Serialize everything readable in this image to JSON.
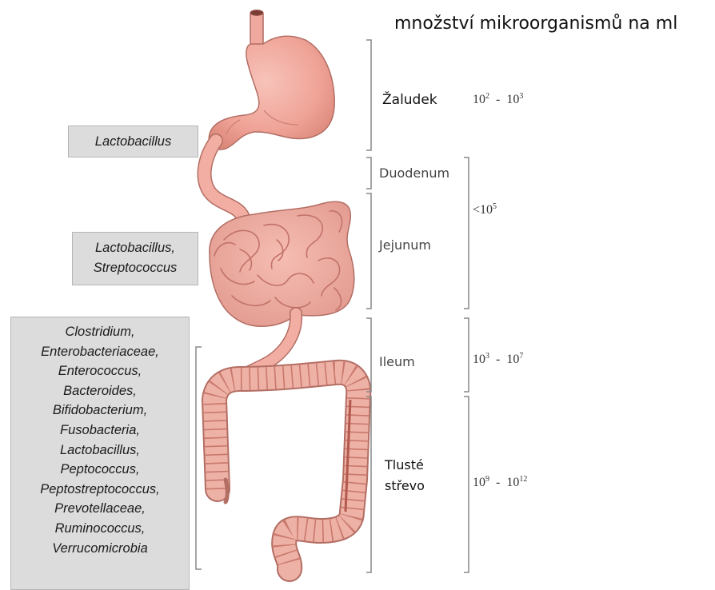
{
  "header": "množství mikroorganismů na ml",
  "bacteria_boxes": {
    "stomach": [
      "Lactobacillus"
    ],
    "small_intestine": [
      "Lactobacillus,",
      "Streptococcus"
    ],
    "large_intestine": [
      "Clostridium,",
      "Enterobacteriaceae,",
      "Enterococcus,",
      "Bacteroides,",
      "Bifidobacterium,",
      "Fusobacteria,",
      "Lactobacillus,",
      "Peptococcus,",
      "Peptostreptococcus,",
      "Prevotellaceae,",
      "Ruminococcus,",
      "Verrucomicrobia"
    ]
  },
  "segments": {
    "stomach": "Žaludek",
    "duodenum": "Duodenum",
    "jejunum": "Jejunum",
    "ileum": "Ileum",
    "colon_line1": "Tlusté",
    "colon_line2": "střevo"
  },
  "values": {
    "stomach": {
      "low_base": "10",
      "low_exp": "2",
      "sep": "-",
      "high_base": "10",
      "high_exp": "3"
    },
    "duodenum_jejunum": {
      "prefix": "<10",
      "exp": "5"
    },
    "ileum": {
      "low_base": "10",
      "low_exp": "3",
      "sep": "-",
      "high_base": "10",
      "high_exp": "7"
    },
    "colon": {
      "low_base": "10",
      "low_exp": "9",
      "sep": "-",
      "high_base": "10",
      "high_exp": "12"
    }
  },
  "colors": {
    "tissue": "#f2a79c",
    "tissue_dark": "#c8786e",
    "colon": "#eeb1a5",
    "bracket": "#888888",
    "box_bg": "#dcdcdc"
  }
}
